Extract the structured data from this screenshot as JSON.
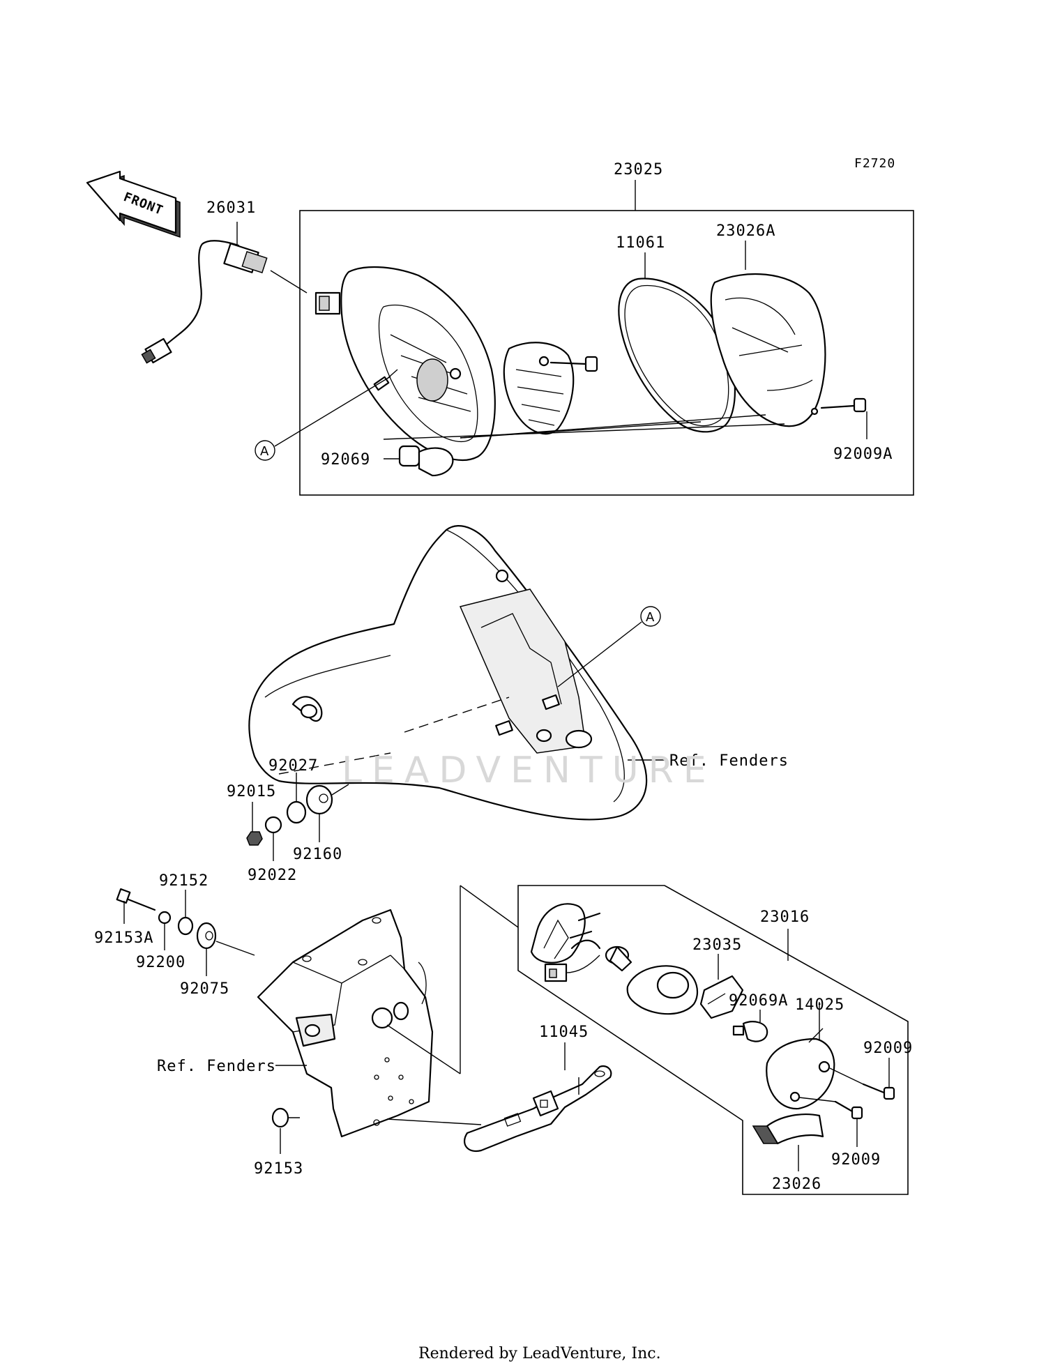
{
  "figure_code": "F2720",
  "front_arrow_label": "FRONT",
  "watermark": "LEADVENTURE",
  "footer": "Rendered by LeadVenture, Inc.",
  "callouts": {
    "ref_a": "A"
  },
  "parts": {
    "p23025": "23025",
    "p26031": "26031",
    "p11061": "11061",
    "p23026A": "23026A",
    "p92069": "92069",
    "p92009A": "92009A",
    "p92027": "92027",
    "p92015": "92015",
    "p92160": "92160",
    "p92022": "92022",
    "p92152": "92152",
    "p92153A": "92153A",
    "p92200": "92200",
    "p92075": "92075",
    "p23016": "23016",
    "p23035": "23035",
    "p92069A": "92069A",
    "p14025": "14025",
    "p92009_top": "92009",
    "p92009_bottom": "92009",
    "p11045": "11045",
    "p92153": "92153",
    "p23026": "23026"
  },
  "references": {
    "fenders_upper": "Ref. Fenders",
    "fenders_lower": "Ref. Fenders"
  }
}
